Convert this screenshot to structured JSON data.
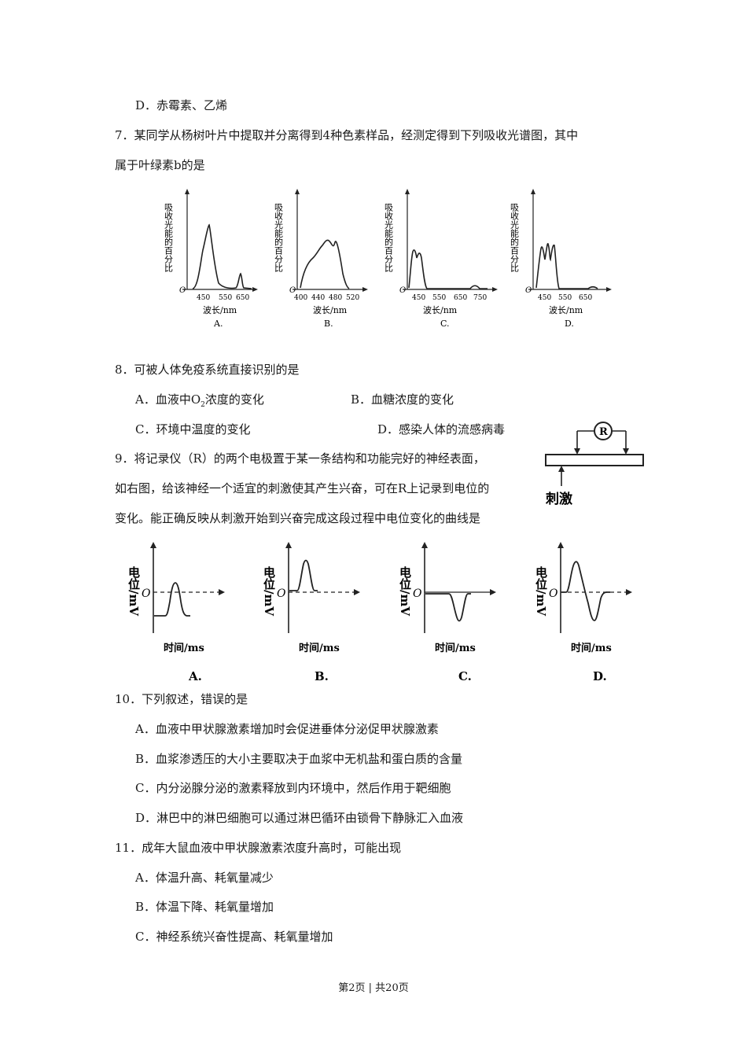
{
  "q6": {
    "option_d": "D．赤霉素、乙烯"
  },
  "q7": {
    "stem_line1": "7．某同学从杨树叶片中提取并分离得到4种色素样品，经测定得到下列吸收光谱图，其中",
    "stem_line2": "属于叶绿素b的是",
    "charts": [
      {
        "ylabel": "吸收光能的百分比",
        "xlabel": "波长/nm",
        "ticks": [
          "450",
          "550",
          "650"
        ],
        "caption": "A.",
        "origin": "O"
      },
      {
        "ylabel": "吸收光能的百分比",
        "xlabel": "波长/nm",
        "ticks": [
          "400",
          "440",
          "480",
          "520"
        ],
        "caption": "B.",
        "origin": "O"
      },
      {
        "ylabel": "吸收光能的百分比",
        "xlabel": "波长/nm",
        "ticks": [
          "450",
          "550",
          "650",
          "750"
        ],
        "caption": "C.",
        "origin": "O"
      },
      {
        "ylabel": "吸收光能的百分比",
        "xlabel": "波长/nm",
        "ticks": [
          "450",
          "550",
          "650"
        ],
        "caption": "D.",
        "origin": "O"
      }
    ]
  },
  "q8": {
    "stem": "8．可被人体免疫系统直接识别的是",
    "a_pre": "A．血液中O",
    "a_sub": "2",
    "a_post": "浓度的变化",
    "b": "B．血糖浓度的变化",
    "c": "C．环境中温度的变化",
    "d": "D．感染人体的流感病毒"
  },
  "q9": {
    "line1": "9．将记录仪（R）的两个电极置于某一条结构和功能完好的神经表面，",
    "line2": "如右图，给该神经一个适宜的刺激使其产生兴奋，可在R上记录到电位的",
    "line3": "变化。能正确反映从刺激开始到兴奋完成这段过程中电位变化的曲线是",
    "diagram": {
      "meter": "R",
      "stimulus": "刺激"
    },
    "charts": [
      {
        "ylabel": "电位/mV",
        "xlabel": "时间/ms",
        "origin": "O",
        "caption": "A."
      },
      {
        "ylabel": "电位/mV",
        "xlabel": "时间/ms",
        "origin": "O",
        "caption": "B."
      },
      {
        "ylabel": "电位/mV",
        "xlabel": "时间/ms",
        "origin": "O",
        "caption": "C."
      },
      {
        "ylabel": "电位/mV",
        "xlabel": "时间/ms",
        "origin": "O",
        "caption": "D."
      }
    ]
  },
  "q10": {
    "stem": "10．下列叙述，错误的是",
    "a": "A．血液中甲状腺激素增加时会促进垂体分泌促甲状腺激素",
    "b": "B．血浆渗透压的大小主要取决于血浆中无机盐和蛋白质的含量",
    "c": "C．内分泌腺分泌的激素释放到内环境中，然后作用于靶细胞",
    "d": "D．淋巴中的淋巴细胞可以通过淋巴循环由锁骨下静脉汇入血液"
  },
  "q11": {
    "stem": "11．成年大鼠血液中甲状腺激素浓度升高时，可能出现",
    "a": "A．体温升高、耗氧量减少",
    "b": "B．体温下降、耗氧量增加",
    "c": "C．神经系统兴奋性提高、耗氧量增加"
  },
  "footer": "第2页 | 共20页"
}
